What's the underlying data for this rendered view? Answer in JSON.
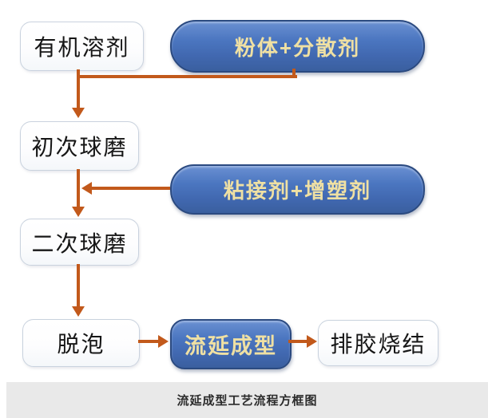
{
  "diagram": {
    "title_caption": "流延成型工艺流程方框图",
    "nodes": [
      {
        "id": "organic-solvent",
        "label": "有机溶剂",
        "type": "process-box"
      },
      {
        "id": "powder-dispersant",
        "label": "粉体+分散剂",
        "type": "additive-pill"
      },
      {
        "id": "first-ball-milling",
        "label": "初次球磨",
        "type": "process-box"
      },
      {
        "id": "binder-plasticizer",
        "label": "粘接剂+增塑剂",
        "type": "additive-pill"
      },
      {
        "id": "second-ball-milling",
        "label": "二次球磨",
        "type": "process-box"
      },
      {
        "id": "defoaming",
        "label": "脱泡",
        "type": "process-box"
      },
      {
        "id": "tape-casting",
        "label": "流延成型",
        "type": "highlight-pill"
      },
      {
        "id": "debinding-sintering",
        "label": "排胶烧结",
        "type": "process-box"
      }
    ],
    "edges": [
      {
        "from": "organic-solvent",
        "to": "first-ball-milling",
        "style": "arrow-down"
      },
      {
        "from": "powder-dispersant",
        "to": "first-ball-milling",
        "style": "elbow-join"
      },
      {
        "from": "first-ball-milling",
        "to": "second-ball-milling",
        "style": "arrow-down"
      },
      {
        "from": "binder-plasticizer",
        "to": "second-ball-milling",
        "style": "arrow-left-into-line"
      },
      {
        "from": "second-ball-milling",
        "to": "defoaming",
        "style": "arrow-down"
      },
      {
        "from": "defoaming",
        "to": "tape-casting",
        "style": "arrow-right"
      },
      {
        "from": "tape-casting",
        "to": "debinding-sintering",
        "style": "arrow-right"
      }
    ],
    "colors": {
      "arrow": "#C2591B",
      "pill_fill_top": "#6A90D2",
      "pill_fill_bottom": "#3A5F9F",
      "pill_border": "#2B4A80",
      "pill_text": "#EFE0A3",
      "box_fill": "#FFFFFF",
      "box_border": "#C9D2DE",
      "box_text": "#161616",
      "caption_bg": "#E9E9E9",
      "caption_text": "#2B2B2B",
      "background": "#FFFFFF"
    }
  }
}
